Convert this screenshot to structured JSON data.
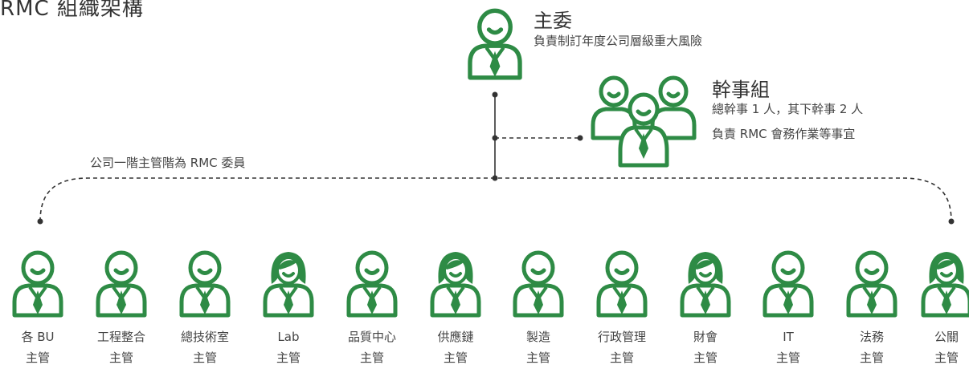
{
  "title": "RMC 組織架構",
  "chair": {
    "title": "主委",
    "desc": "負責制訂年度公司層級重大風險",
    "icon": "male-manager-icon"
  },
  "secretariat": {
    "title": "幹事組",
    "line1": "總幹事 1 人，其下幹事 2 人",
    "line2": "負責 RMC 會務作業等事宜",
    "icon": "group-icon"
  },
  "note": "公司一階主管階為 RMC 委員",
  "members": [
    {
      "label": "各 BU",
      "role": "主管",
      "icon": "male"
    },
    {
      "label": "工程整合",
      "role": "主管",
      "icon": "male"
    },
    {
      "label": "總技術室",
      "role": "主管",
      "icon": "male"
    },
    {
      "label": "Lab",
      "role": "主管",
      "icon": "female"
    },
    {
      "label": "品質中心",
      "role": "主管",
      "icon": "male"
    },
    {
      "label": "供應鏈",
      "role": "主管",
      "icon": "female"
    },
    {
      "label": "製造",
      "role": "主管",
      "icon": "male"
    },
    {
      "label": "行政管理",
      "role": "主管",
      "icon": "male"
    },
    {
      "label": "財會",
      "role": "主管",
      "icon": "female"
    },
    {
      "label": "IT",
      "role": "主管",
      "icon": "male"
    },
    {
      "label": "法務",
      "role": "主管",
      "icon": "male"
    },
    {
      "label": "公關",
      "role": "主管",
      "icon": "female"
    }
  ],
  "colors": {
    "accent": "#2e8b45",
    "line": "#333333"
  }
}
